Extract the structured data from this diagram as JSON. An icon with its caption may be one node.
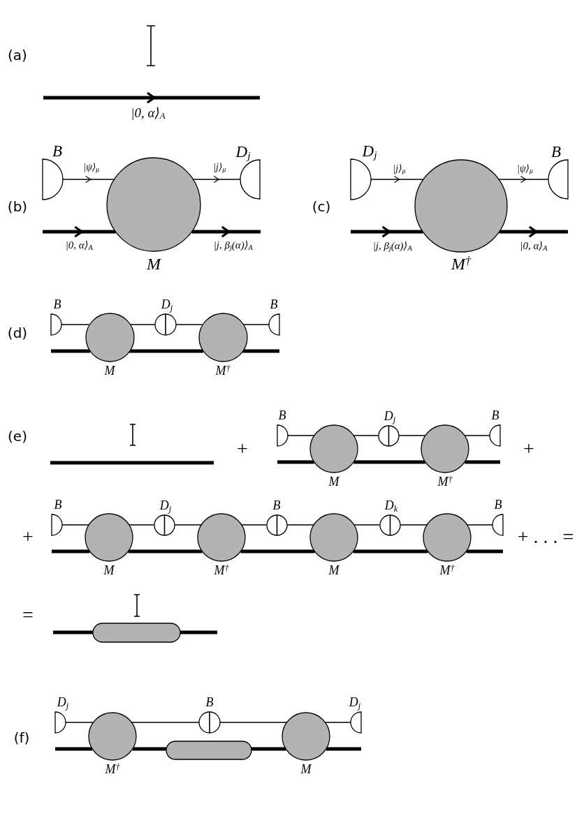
{
  "diagram": {
    "nodes": [
      {
        "text": [
          "B"
        ]
      },
      {
        "text": [
          "M"
        ]
      },
      {
        "text": [
          "D$_{j}$"
        ]
      },
      {
        "text": [
          "D$_{j}$"
        ]
      },
      {
        "text": [
          "M$^{†}$"
        ]
      },
      {
        "text": [
          "B"
        ]
      },
      {
        "text": [
          "B"
        ]
      },
      {
        "text": [
          "M"
        ]
      },
      {
        "text": [
          "D$_{j}$"
        ]
      },
      {
        "text": [
          "M$^{†}$"
        ]
      },
      {
        "text": [
          "B"
        ]
      },
      {
        "text": [
          "B"
        ]
      },
      {
        "text": [
          "M"
        ]
      },
      {
        "text": [
          "D$_{j}$"
        ]
      },
      {
        "text": [
          "M$^{†}$"
        ]
      },
      {
        "text": [
          "B"
        ]
      },
      {
        "text": [
          "B"
        ]
      },
      {
        "text": [
          "M"
        ]
      },
      {
        "text": [
          "D$_{j}$"
        ]
      },
      {
        "text": [
          "M$^{†}$"
        ]
      },
      {
        "text": [
          "B"
        ]
      },
      {
        "text": [
          "M"
        ]
      },
      {
        "text": [
          "D$_{k}$"
        ]
      },
      {
        "text": [
          "M$^{†}$"
        ]
      },
      {
        "text": [
          "B"
        ]
      },
      {
        "text": [],
        "shape": "box"
      },
      {
        "text": [
          "D$_{j}$"
        ]
      },
      {
        "text": [
          "M$^{†}$"
        ]
      },
      {
        "text": [
          "B"
        ]
      },
      {
        "text": [],
        "shape": "box"
      },
      {
        "text": [
          "M"
        ]
      },
      {
        "text": [
          "D$_{j}$"
        ]
      }
    ],
    "edges": [
      {
        "from": 0,
        "to": 1,
        "arrow": "to",
        "label": "|ψ⟩$_{μ}$"
      },
      {
        "from": 1,
        "to": 2,
        "arrow": "to",
        "label": "|j⟩$_{μ}$"
      },
      {
        "from": null,
        "to": 1,
        "arrow": "to",
        "label": "|0, α⟩$_{A}$",
        "style": "thick"
      },
      {
        "from": 1,
        "to": null,
        "arrow": "to",
        "label": "|j, β$_{j}$(α)⟩$_{A}$",
        "style": "thick"
      },
      {
        "from": 3,
        "to": 4,
        "arrow": "to",
        "label": "|j⟩$_{μ}$"
      },
      {
        "from": 4,
        "to": 5,
        "arrow": "to",
        "label": "|ψ⟩$_{μ}$"
      },
      {
        "from": null,
        "to": 4,
        "arrow": "to",
        "label": "|j, β$_{j}$(α)⟩$_{A}$",
        "style": "thick"
      },
      {
        "from": 4,
        "to": null,
        "arrow": "to",
        "label": "|0, α⟩$_{A}$",
        "style": "thick"
      },
      {
        "from": 6,
        "to": 7,
        "arrow": "none"
      },
      {
        "from": 7,
        "to": 8,
        "arrow": "none"
      },
      {
        "from": 8,
        "to": 9,
        "arrow": "none"
      },
      {
        "from": 9,
        "to": 10,
        "arrow": "none"
      },
      {
        "from": null,
        "to": 7,
        "arrow": "none",
        "style": "thick"
      },
      {
        "from": 7,
        "to": 9,
        "arrow": "none",
        "style": "thick"
      },
      {
        "from": 9,
        "to": null,
        "arrow": "none",
        "style": "thick"
      },
      {
        "from": 11,
        "to": 12,
        "arrow": "none"
      },
      {
        "from": 12,
        "to": 13,
        "arrow": "none"
      },
      {
        "from": 13,
        "to": 14,
        "arrow": "none"
      },
      {
        "from": 14,
        "to": 15,
        "arrow": "none"
      },
      {
        "from": null,
        "to": 12,
        "arrow": "none",
        "style": "thick"
      },
      {
        "from": 12,
        "to": 14,
        "arrow": "none",
        "style": "thick"
      },
      {
        "from": 14,
        "to": null,
        "arrow": "none",
        "style": "thick"
      },
      {
        "from": 16,
        "to": 17,
        "arrow": "none"
      },
      {
        "from": 17,
        "to": 18,
        "arrow": "none"
      },
      {
        "from": 18,
        "to": 19,
        "arrow": "none"
      },
      {
        "from": 19,
        "to": 20,
        "arrow": "none"
      },
      {
        "from": 20,
        "to": 21,
        "arrow": "none"
      },
      {
        "from": 21,
        "to": 22,
        "arrow": "none"
      },
      {
        "from": 22,
        "to": 23,
        "arrow": "none"
      },
      {
        "from": 23,
        "to": 24,
        "arrow": "none"
      },
      {
        "from": null,
        "to": 17,
        "arrow": "none",
        "style": "thick"
      },
      {
        "from": 17,
        "to": 19,
        "arrow": "none",
        "style": "thick"
      },
      {
        "from": 19,
        "to": 21,
        "arrow": "none",
        "style": "thick"
      },
      {
        "from": 21,
        "to": 23,
        "arrow": "none",
        "style": "thick"
      },
      {
        "from": 23,
        "to": null,
        "arrow": "none",
        "style": "thick"
      },
      {
        "from": null,
        "to": 25,
        "arrow": "none",
        "style": "thick"
      },
      {
        "from": 25,
        "to": null,
        "arrow": "none",
        "style": "thick"
      },
      {
        "from": 26,
        "to": 27,
        "arrow": "none"
      },
      {
        "from": 27,
        "to": 28,
        "arrow": "none"
      },
      {
        "from": 28,
        "to": 30,
        "arrow": "none"
      },
      {
        "from": 30,
        "to": 31,
        "arrow": "none"
      },
      {
        "from": null,
        "to": 27,
        "arrow": "none",
        "style": "thick"
      },
      {
        "from": 27,
        "to": 29,
        "arrow": "none",
        "style": "thick"
      },
      {
        "from": 29,
        "to": 30,
        "arrow": "none",
        "style": "thick"
      },
      {
        "from": 30,
        "to": null,
        "arrow": "none",
        "style": "thick"
      }
    ],
    "labels": [
      "(a)",
      "|0, α⟩$_{A}$",
      "(b)",
      "(c)",
      "(d)",
      "(e)",
      "+",
      "+",
      "+",
      "+ . . . =",
      "=",
      "(f)"
    ]
  }
}
